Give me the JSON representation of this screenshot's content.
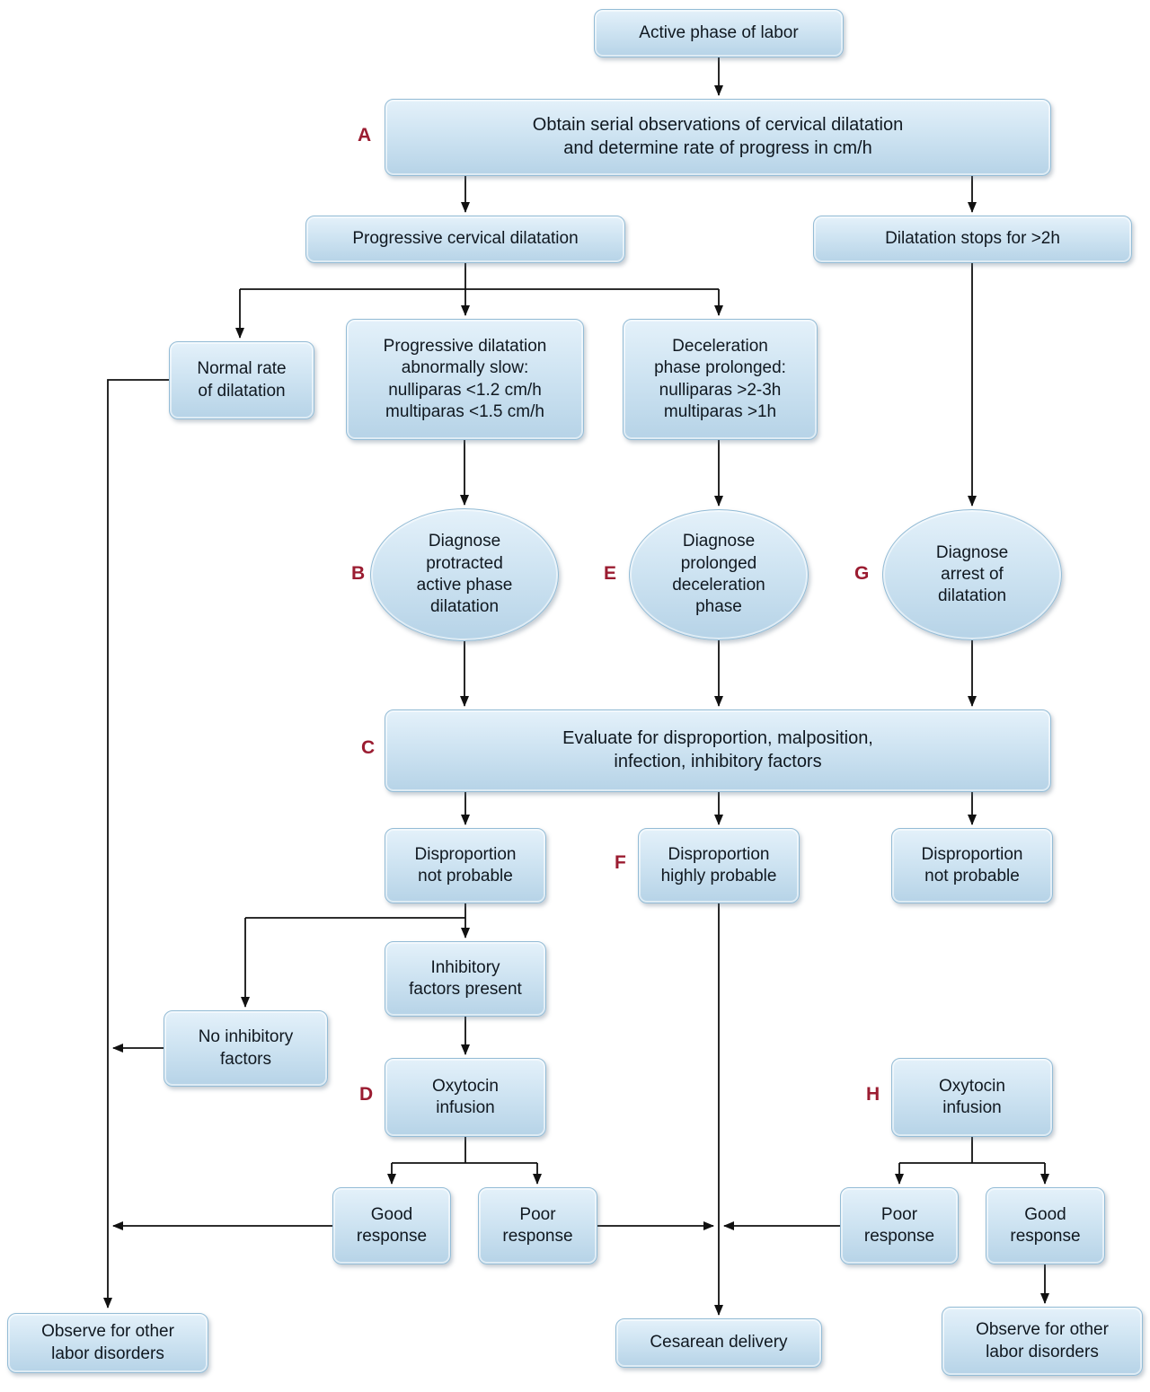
{
  "colors": {
    "node_fill_top": "#e4f1fa",
    "node_fill_bottom": "#b6d3e7",
    "node_border": "#94bcd6",
    "text": "#101820",
    "step_label": "#9b1c31",
    "arrow": "#111111",
    "background": "#ffffff"
  },
  "labels": {
    "A": "A",
    "B": "B",
    "C": "C",
    "D": "D",
    "E": "E",
    "F": "F",
    "G": "G",
    "H": "H"
  },
  "nodes": {
    "active_phase": "Active phase of labor",
    "obtain_serial": "Obtain serial observations of cervical dilatation\nand determine rate of progress in cm/h",
    "progressive_cervical": "Progressive cervical dilatation",
    "dilatation_stops": "Dilatation stops for >2h",
    "normal_rate": "Normal rate\nof dilatation",
    "progressive_slow": "Progressive dilatation\nabnormally slow:\nnulliparas <1.2 cm/h\nmultiparas <1.5 cm/h",
    "deceleration_prolonged": "Deceleration\nphase prolonged:\nnulliparas >2-3h\nmultiparas >1h",
    "diagnose_protracted": "Diagnose\nprotracted\nactive phase\ndilatation",
    "diagnose_prolonged_deceleration": "Diagnose\nprolonged\ndeceleration\nphase",
    "diagnose_arrest": "Diagnose\narrest of\ndilatation",
    "evaluate": "Evaluate for disproportion, malposition,\ninfection, inhibitory factors",
    "disproportion_not_probable_left": "Disproportion\nnot probable",
    "disproportion_highly_probable": "Disproportion\nhighly probable",
    "disproportion_not_probable_right": "Disproportion\nnot probable",
    "inhibitory_present": "Inhibitory\nfactors present",
    "no_inhibitory": "No inhibitory\nfactors",
    "oxytocin_left": "Oxytocin\ninfusion",
    "good_response_left": "Good\nresponse",
    "poor_response_left": "Poor\nresponse",
    "oxytocin_right": "Oxytocin\ninfusion",
    "poor_response_right": "Poor\nresponse",
    "good_response_right": "Good\nresponse",
    "observe_left": "Observe for other\nlabor disorders",
    "cesarean": "Cesarean delivery",
    "observe_right": "Observe for other\nlabor disorders"
  }
}
